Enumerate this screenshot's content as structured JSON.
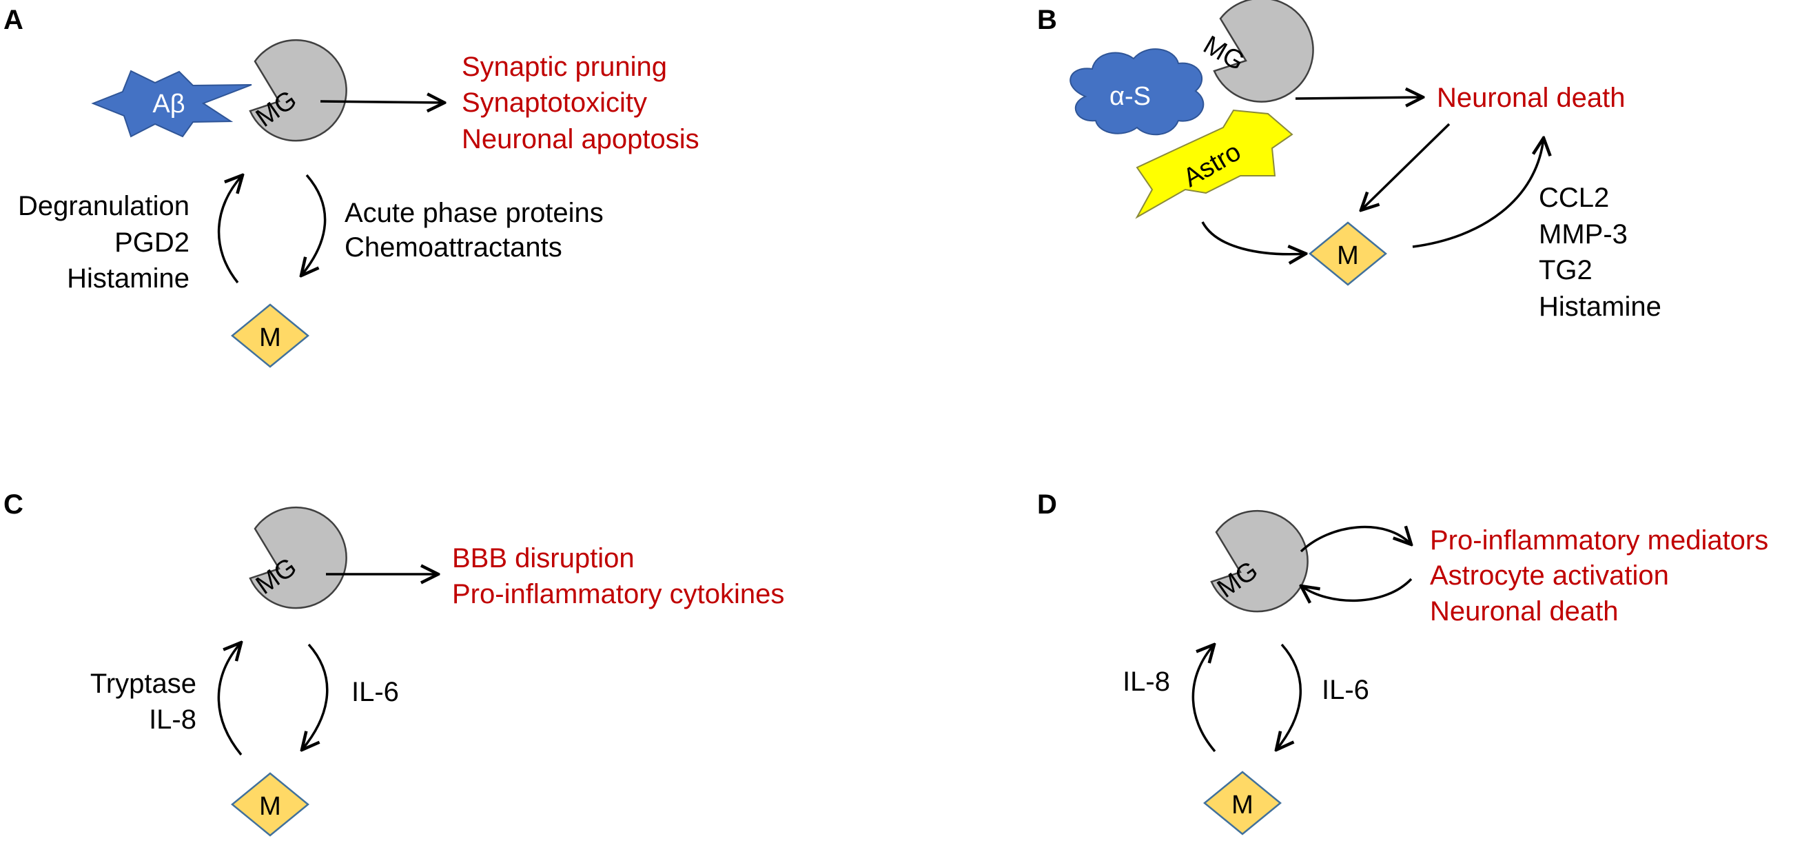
{
  "colors": {
    "outcome": "#c00000",
    "text": "#000000",
    "microglia_fill": "#c0c0c0",
    "microglia_stroke": "#404040",
    "mast_fill": "#ffd966",
    "mast_stroke": "#41719c",
    "abeta_fill": "#4472c4",
    "astro_fill": "#ffff00",
    "arrow": "#000000"
  },
  "panels": {
    "A": {
      "label": "A",
      "amyloid": "Aβ",
      "microglia": "MG",
      "mast_cell": "M",
      "outcomes": [
        "Synaptic pruning",
        "Synaptotoxicity",
        "Neuronal apoptosis"
      ],
      "mast_to_microglia": [
        "Degranulation",
        "PGD2",
        "Histamine"
      ],
      "microglia_to_mast": [
        "Acute phase proteins",
        "Chemoattractants"
      ]
    },
    "B": {
      "label": "B",
      "synuclein": "α-S",
      "microglia": "MG",
      "astrocyte": "Astro",
      "mast_cell": "M",
      "outcome": "Neuronal death",
      "mast_to_outcome": [
        "CCL2",
        "MMP-3",
        "TG2",
        "Histamine"
      ]
    },
    "C": {
      "label": "C",
      "microglia": "MG",
      "mast_cell": "M",
      "outcomes": [
        "BBB disruption",
        "Pro-inflammatory cytokines"
      ],
      "mast_to_microglia": [
        "Tryptase",
        "IL-8"
      ],
      "microglia_to_mast": [
        "IL-6"
      ]
    },
    "D": {
      "label": "D",
      "microglia": "MG",
      "mast_cell": "M",
      "outcomes": [
        "Pro-inflammatory mediators",
        "Astrocyte activation",
        "Neuronal death"
      ],
      "mast_to_microglia": [
        "IL-8"
      ],
      "microglia_to_mast": [
        "IL-6"
      ]
    }
  }
}
